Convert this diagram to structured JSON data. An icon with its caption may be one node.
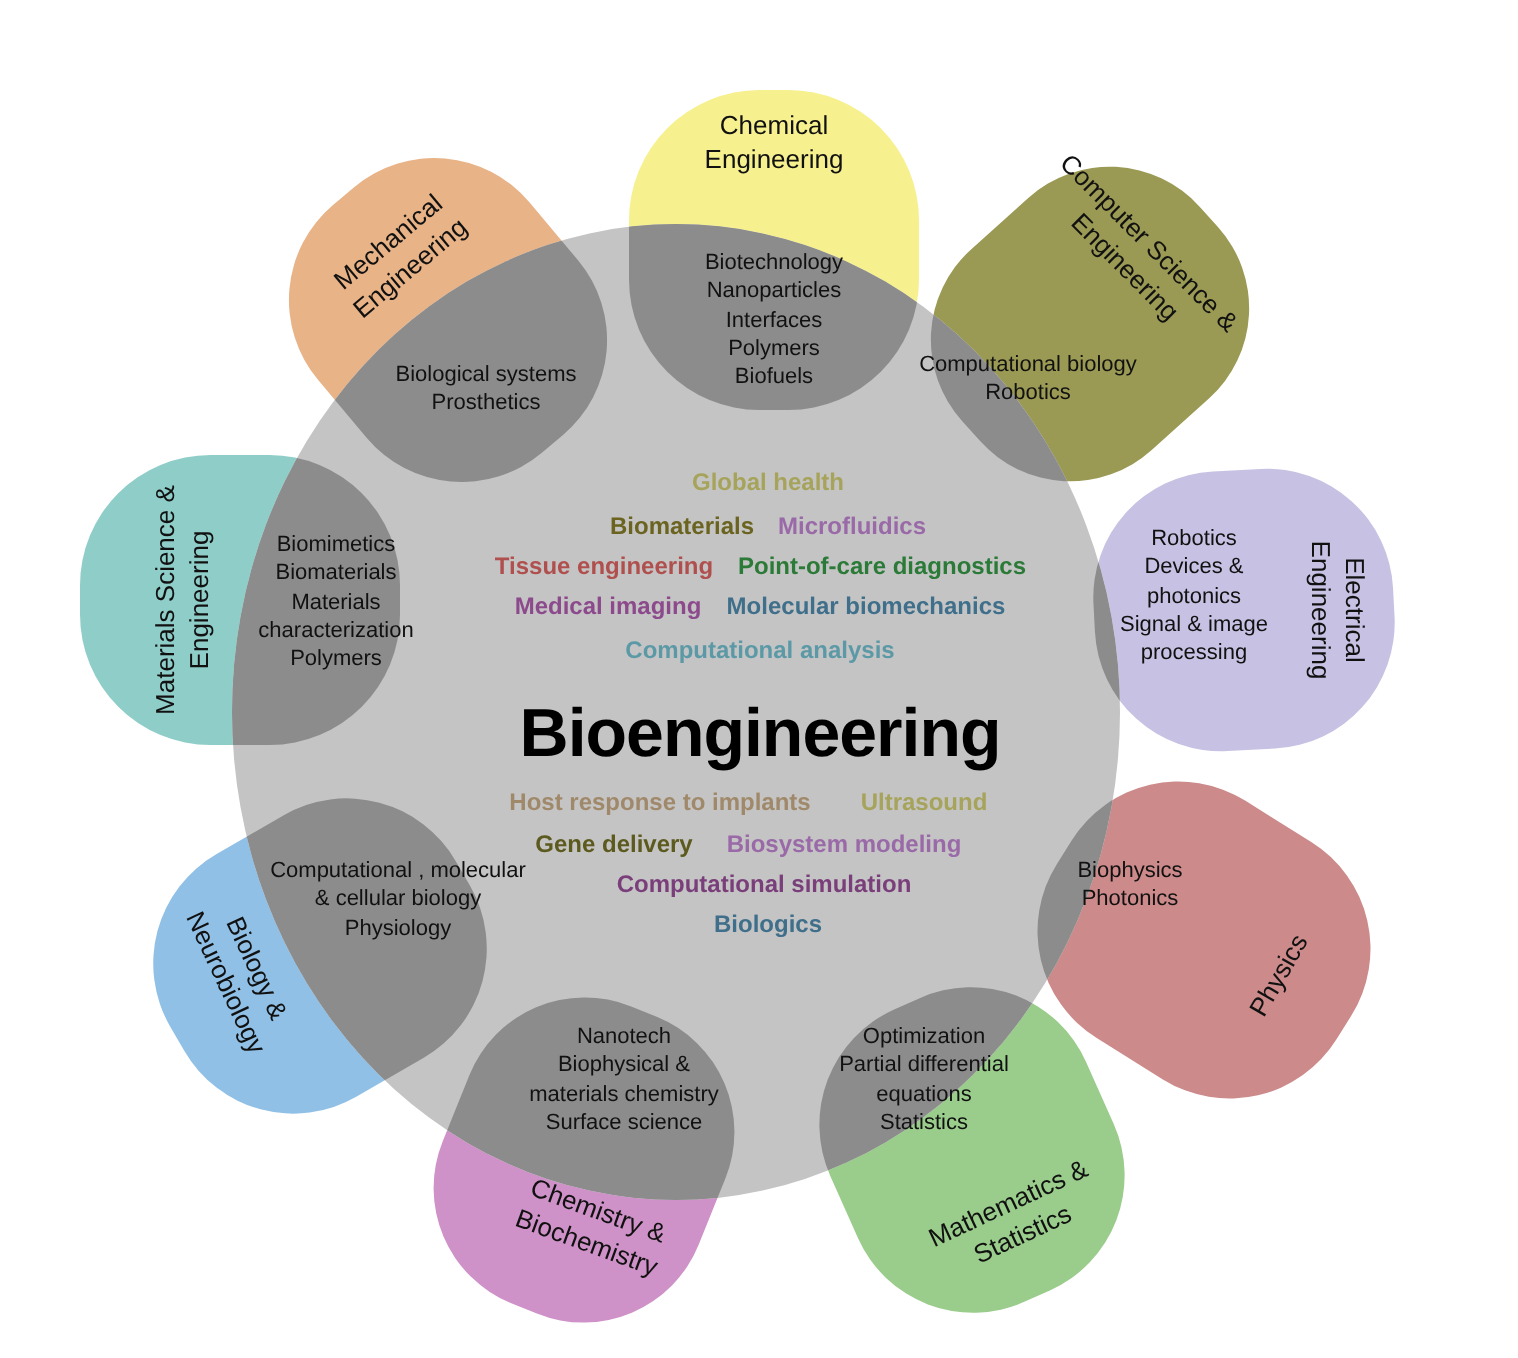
{
  "diagram": {
    "nodes": [
      {
        "text": [
          "Global health",
          "Biomaterials",
          "Microfluidics",
          "Tissue engineering",
          "Point-of-care diagnostics",
          "Medical imaging",
          "Molecular biomechanics",
          "Computational analysis",
          "Bioengineering",
          "Host response to implants",
          "Ultrasound",
          "Gene delivery",
          "Biosystem modeling",
          "Computational simulation",
          "Biologics"
        ]
      },
      {
        "text": [
          "Chemical Engineering",
          "Biotechnology Nanoparticles Interfaces Polymers Biofuels"
        ]
      },
      {
        "text": [
          "Computer Science & Engineering",
          "Computational biology Robotics"
        ]
      },
      {
        "text": [
          "Electrical Engineering",
          "Robotics Devices & photonics Signal & image processing"
        ]
      },
      {
        "text": [
          "Physics",
          "Biophysics Photonics"
        ]
      },
      {
        "text": [
          "Mathematics & Statistics",
          "Optimization Partial differential equations Statistics"
        ]
      },
      {
        "text": [
          "Chemistry & Biochemistry",
          "Nanotech Biophysical & materials chemistry Surface science"
        ]
      },
      {
        "text": [
          "Biology & Neurobiology",
          "Computational , molecular & cellular biology Physiology"
        ]
      },
      {
        "text": [
          "Materials Science & Engineering",
          "Biomimetics Biomaterials Materials characterization Polymers"
        ]
      },
      {
        "text": [
          "Mechanical Engineering",
          "Biological systems Prosthetics"
        ]
      }
    ]
  }
}
